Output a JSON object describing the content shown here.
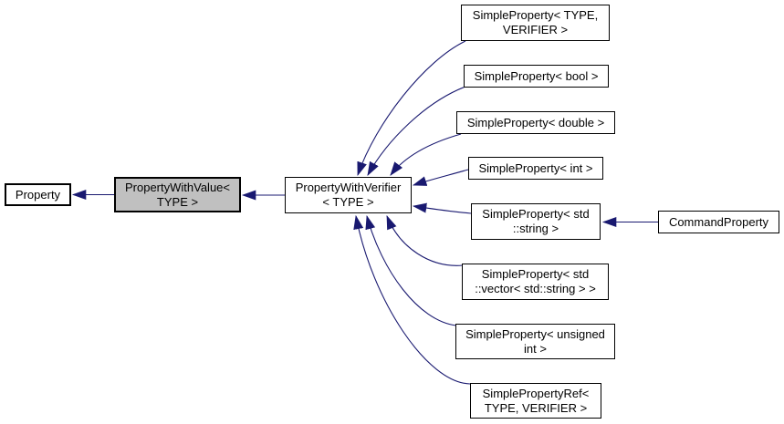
{
  "diagram": {
    "type": "class-inheritance-graph",
    "colors": {
      "edge": "#191970",
      "node_border": "#000000",
      "node_fill": "#ffffff",
      "selected_node_fill": "#c0c0c0",
      "text": "#000000",
      "background": "#ffffff"
    },
    "nodes": [
      {
        "id": "property",
        "label": "Property",
        "lines": [
          "Property"
        ]
      },
      {
        "id": "property-with-value",
        "label": "PropertyWithValue< TYPE >",
        "lines": [
          "PropertyWithValue<",
          "TYPE >"
        ],
        "selected": true
      },
      {
        "id": "property-with-verifier",
        "label": "PropertyWithVerifier< TYPE >",
        "lines": [
          "PropertyWithVerifier",
          "< TYPE >"
        ]
      },
      {
        "id": "sp-type-verifier",
        "label": "SimpleProperty< TYPE, VERIFIER >",
        "lines": [
          "SimpleProperty< TYPE,",
          "VERIFIER >"
        ]
      },
      {
        "id": "sp-bool",
        "label": "SimpleProperty< bool >",
        "lines": [
          "SimpleProperty< bool >"
        ]
      },
      {
        "id": "sp-double",
        "label": "SimpleProperty< double >",
        "lines": [
          "SimpleProperty< double >"
        ]
      },
      {
        "id": "sp-int",
        "label": "SimpleProperty< int >",
        "lines": [
          "SimpleProperty< int >"
        ]
      },
      {
        "id": "sp-std-string",
        "label": "SimpleProperty< std::string >",
        "lines": [
          "SimpleProperty< std",
          "::string >"
        ]
      },
      {
        "id": "command-property",
        "label": "CommandProperty",
        "lines": [
          "CommandProperty"
        ]
      },
      {
        "id": "sp-vector",
        "label": "SimpleProperty< std::vector< std::string > >",
        "lines": [
          "SimpleProperty< std",
          "::vector< std::string > >"
        ]
      },
      {
        "id": "sp-unsigned-int",
        "label": "SimpleProperty< unsigned int >",
        "lines": [
          "SimpleProperty< unsigned",
          "int >"
        ]
      },
      {
        "id": "sp-ref",
        "label": "SimplePropertyRef< TYPE, VERIFIER >",
        "lines": [
          "SimplePropertyRef<",
          "TYPE, VERIFIER >"
        ]
      }
    ],
    "edges": [
      {
        "from": "PropertyWithValue< TYPE >",
        "to": "Property"
      },
      {
        "from": "PropertyWithVerifier< TYPE >",
        "to": "PropertyWithValue< TYPE >"
      },
      {
        "from": "SimpleProperty< TYPE, VERIFIER >",
        "to": "PropertyWithVerifier< TYPE >"
      },
      {
        "from": "SimpleProperty< bool >",
        "to": "PropertyWithVerifier< TYPE >"
      },
      {
        "from": "SimpleProperty< double >",
        "to": "PropertyWithVerifier< TYPE >"
      },
      {
        "from": "SimpleProperty< int >",
        "to": "PropertyWithVerifier< TYPE >"
      },
      {
        "from": "SimpleProperty< std::string >",
        "to": "PropertyWithVerifier< TYPE >"
      },
      {
        "from": "SimpleProperty< std::vector< std::string > >",
        "to": "PropertyWithVerifier< TYPE >"
      },
      {
        "from": "SimpleProperty< unsigned int >",
        "to": "PropertyWithVerifier< TYPE >"
      },
      {
        "from": "SimplePropertyRef< TYPE, VERIFIER >",
        "to": "PropertyWithVerifier< TYPE >"
      },
      {
        "from": "CommandProperty",
        "to": "SimpleProperty< std::string >"
      }
    ]
  }
}
